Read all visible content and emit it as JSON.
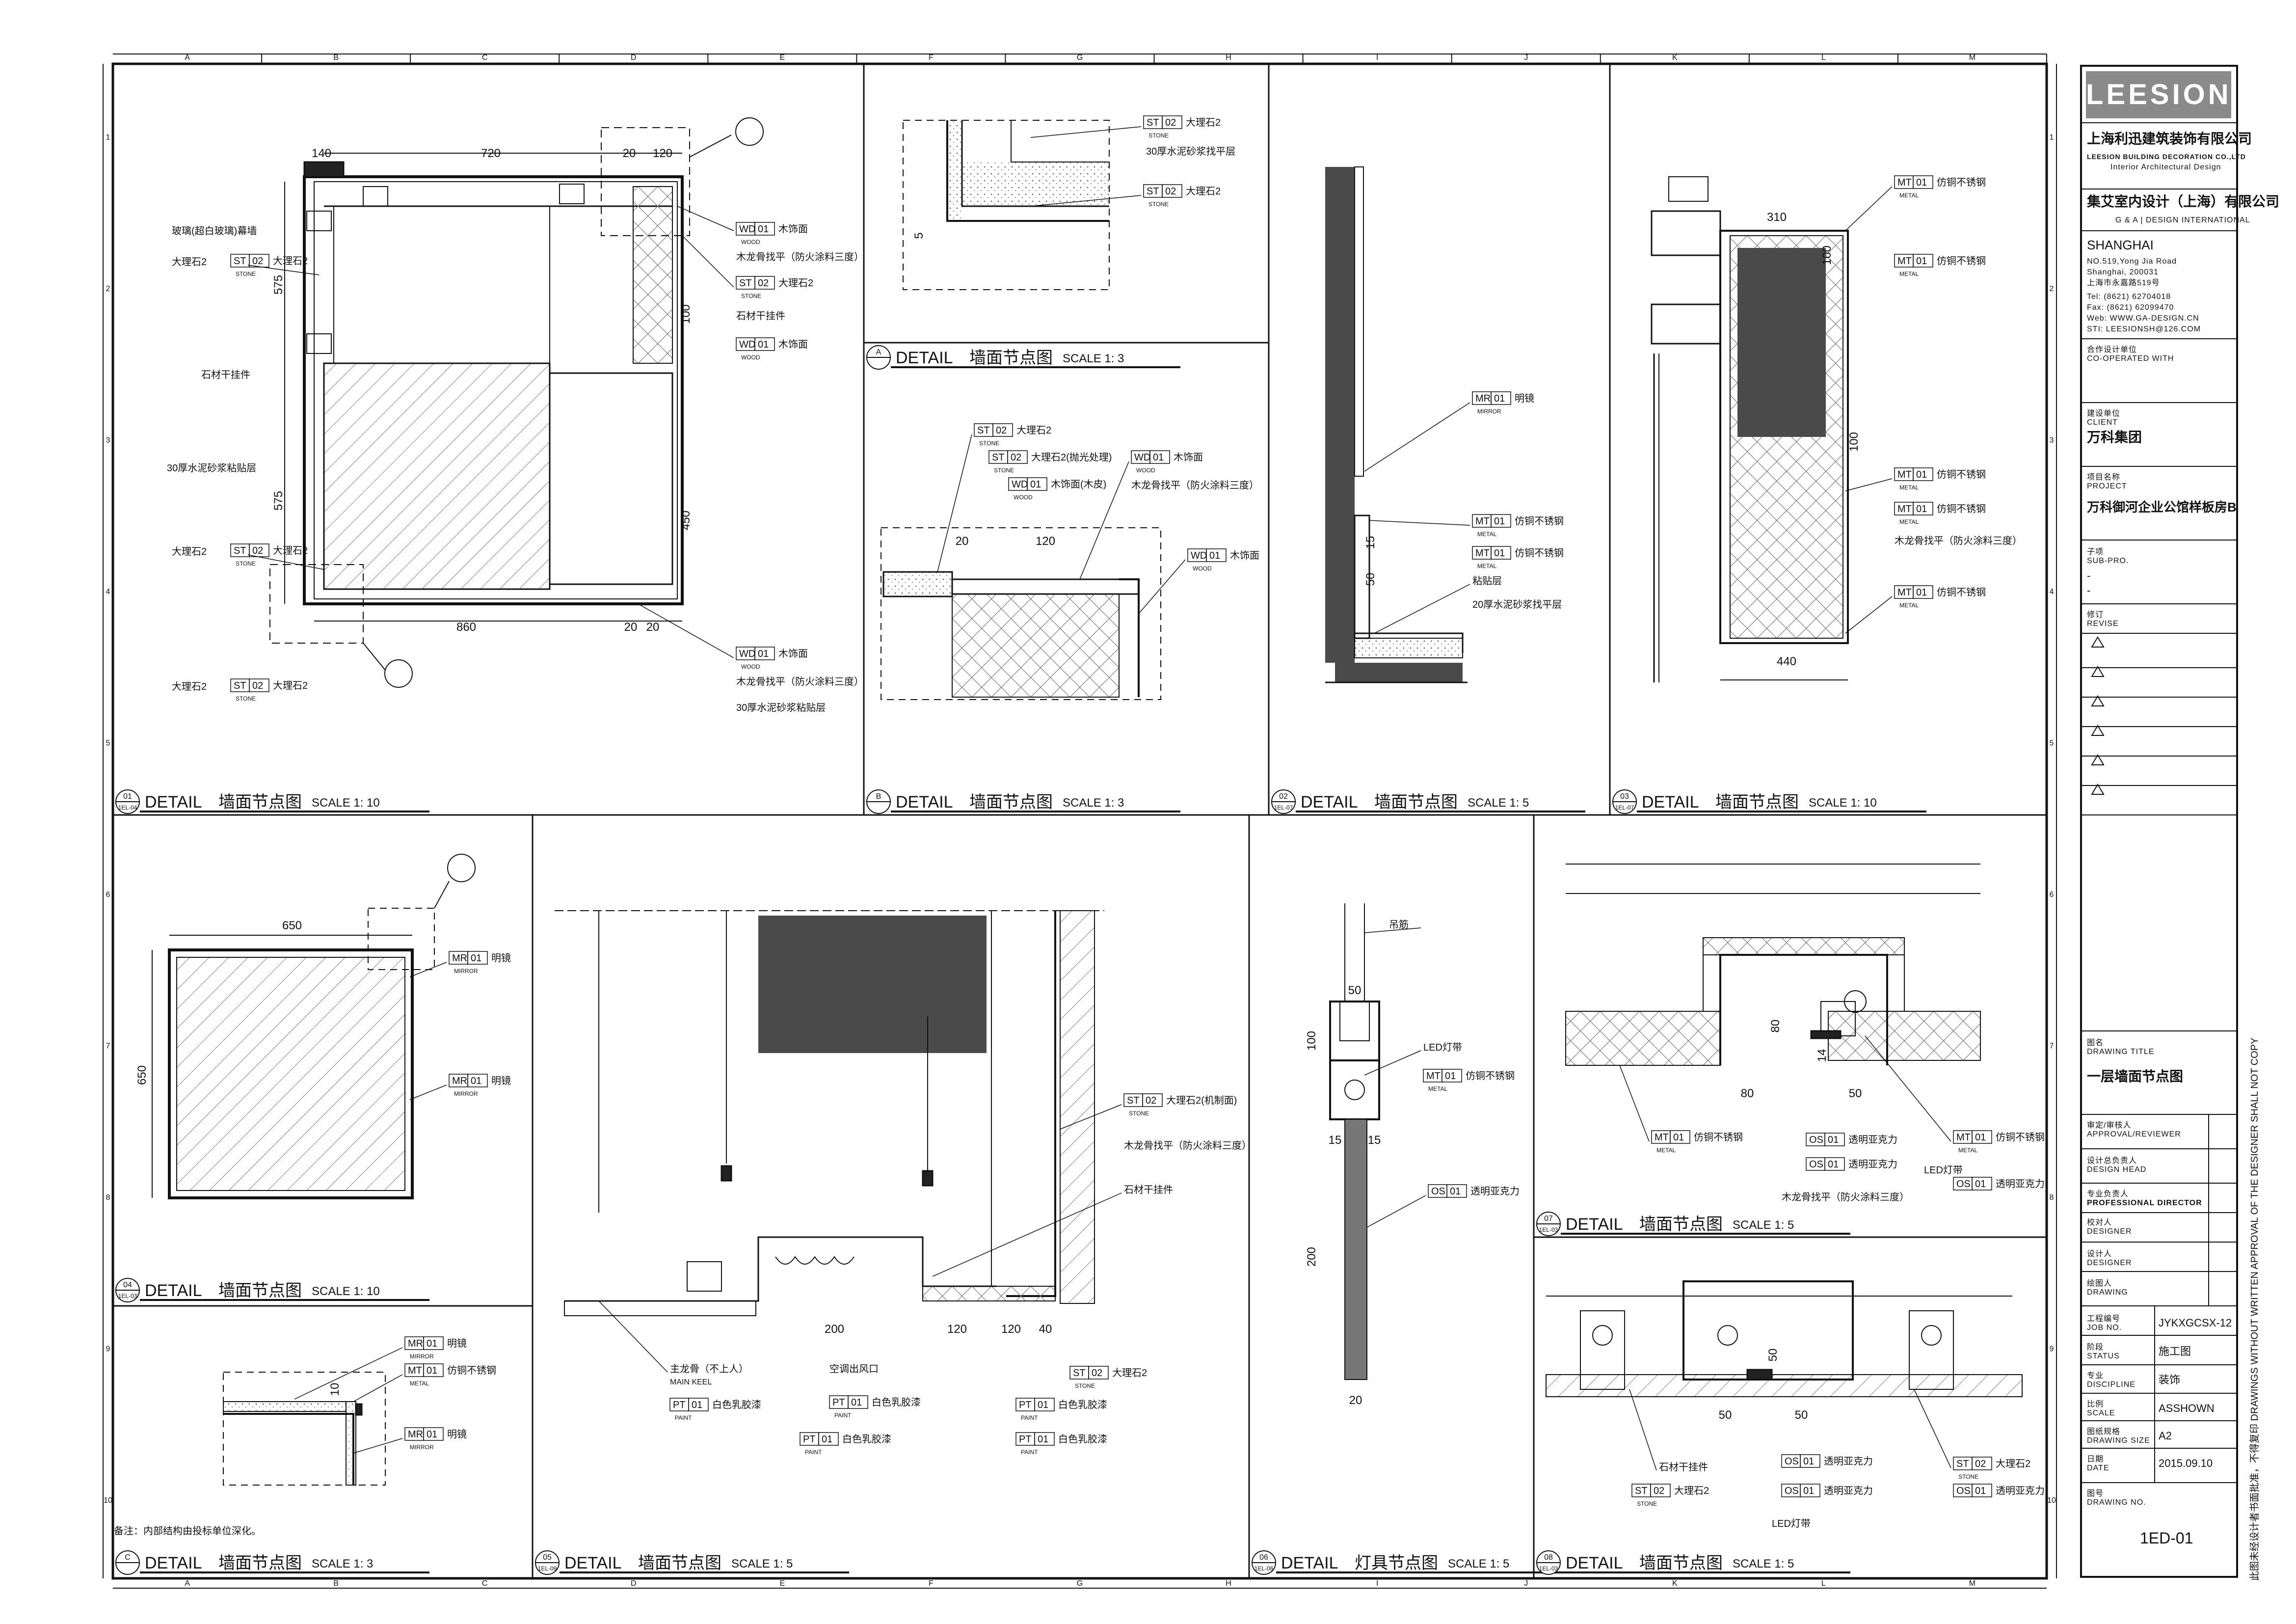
{
  "grid": {
    "columns": [
      "A",
      "B",
      "C",
      "D",
      "E",
      "F",
      "G",
      "H",
      "I",
      "J",
      "K",
      "L",
      "M"
    ],
    "rows": [
      "1",
      "2",
      "3",
      "4",
      "5",
      "6",
      "7",
      "8",
      "9",
      "10"
    ]
  },
  "title_block": {
    "logo": "LEESION",
    "company_cn": "上海利迅建筑装饰有限公司",
    "company_en": "LEESION BUILDING DECORATION CO.,LTD",
    "company_sub": "Interior Architectural Design",
    "design_cn": "集艾室内设计（上海）有限公司",
    "design_en": "G & A | DESIGN INTERNATIONAL",
    "city": "SHANGHAI",
    "address_lines": [
      "NO.519,Yong Jia Road",
      "Shanghai, 200031",
      "上海市永嘉路519号"
    ],
    "contacts": [
      "Tel:   (8621) 62704018",
      "Fax:   (8621) 62099470",
      "Web:  WWW.GA-DESIGN.CN",
      "STI:   LEESIONSH@126.COM"
    ],
    "cooperated_cn": "合作设计单位",
    "cooperated_en": "CO-OPERATED WITH",
    "client_cn": "建设单位",
    "client_en": "CLIENT",
    "client_value": "万科集团",
    "project_cn": "项目名称",
    "project_en": "PROJECT",
    "project_value": "万科御河企业公馆样板房B",
    "subpro_cn": "子项",
    "subpro_en": "SUB-PRO.",
    "subpro_values": [
      "-",
      "-"
    ],
    "revise_cn": "修订",
    "revise_en": "REVISE",
    "drawing_title_cn": "图名",
    "drawing_title_en": "DRAWING TITLE",
    "drawing_title_value": "一层墙面节点图",
    "approval_cn": "审定/审核人",
    "approval_en": "APPROVAL/REVIEWER",
    "design_head_cn": "设计总负责人",
    "design_head_en": "DESIGN HEAD",
    "pro_director_cn": "专业负责人",
    "pro_director_en": "PROFESSIONAL DIRECTOR",
    "designer1_cn": "校对人",
    "designer1_en": "DESIGNER",
    "designer2_cn": "设计人",
    "designer2_en": "DESIGNER",
    "drawing_cn": "绘图人",
    "drawing_en": "DRAWING",
    "job_cn": "工程编号",
    "job_en": "JOB NO.",
    "job_value": "JYKXGCSX-12",
    "status_cn": "阶段",
    "status_en": "STATUS",
    "status_value": "施工图",
    "discipline_cn": "专业",
    "discipline_en": "DISCIPLINE",
    "discipline_value": "装饰",
    "scale_cn": "比例",
    "scale_en": "SCALE",
    "scale_value": "ASSHOWN",
    "size_cn": "图纸规格",
    "size_en": "DRAWING SIZE",
    "size_value": "A2",
    "date_cn": "日期",
    "date_en": "DATE",
    "date_value": "2015.09.10",
    "number_cn": "图号",
    "number_en": "DRAWING NO.",
    "number_value": "1ED-01",
    "side_note": "此图未经设计者书面批准，不得复印   DRAWINGS WITHOUT WRITTEN APPROVAL OF THE DESIGNER SHALL NOT COPY"
  },
  "details": [
    {
      "id": "01",
      "ref": "1EL-04",
      "label": "DETAIL",
      "title": "墙面节点图",
      "scale": "SCALE 1: 10"
    },
    {
      "id": "A",
      "ref": "",
      "label": "DETAIL",
      "title": "墙面节点图",
      "scale": "SCALE 1: 3"
    },
    {
      "id": "B",
      "ref": "",
      "label": "DETAIL",
      "title": "墙面节点图",
      "scale": "SCALE 1: 3"
    },
    {
      "id": "02",
      "ref": "1EL-07",
      "label": "DETAIL",
      "title": "墙面节点图",
      "scale": "SCALE 1: 5"
    },
    {
      "id": "03",
      "ref": "1EL-07",
      "label": "DETAIL",
      "title": "墙面节点图",
      "scale": "SCALE 1: 10"
    },
    {
      "id": "04",
      "ref": "1EL-03",
      "label": "DETAIL",
      "title": "墙面节点图",
      "scale": "SCALE 1: 10"
    },
    {
      "id": "C",
      "ref": "",
      "label": "DETAIL",
      "title": "墙面节点图",
      "scale": "SCALE 1: 3"
    },
    {
      "id": "05",
      "ref": "1EL-09",
      "label": "DETAIL",
      "title": "墙面节点图",
      "scale": "SCALE 1: 5"
    },
    {
      "id": "06",
      "ref": "1EL-06",
      "label": "DETAIL",
      "title": "灯具节点图",
      "scale": "SCALE 1: 5"
    },
    {
      "id": "07",
      "ref": "1EL-03",
      "label": "DETAIL",
      "title": "墙面节点图",
      "scale": "SCALE 1: 5"
    },
    {
      "id": "08",
      "ref": "1EL-03",
      "label": "DETAIL",
      "title": "墙面节点图",
      "scale": "SCALE 1: 5"
    }
  ],
  "note": "备注：内部结构由投标单位深化。",
  "callouts": {
    "st02": {
      "code": "ST",
      "num": "02",
      "name": "大理石2",
      "sub": "STONE"
    },
    "st02b": {
      "code": "ST",
      "num": "02",
      "name": "大理石2(抛光处理)",
      "sub": "STONE"
    },
    "st02c": {
      "code": "ST",
      "num": "02",
      "name": "大理石2(机制面)",
      "sub": "STONE"
    },
    "wd01": {
      "code": "WD",
      "num": "01",
      "name": "木饰面",
      "sub": "WOOD"
    },
    "wd01b": {
      "code": "WD",
      "num": "01",
      "name": "木饰面(木皮)",
      "sub": "WOOD"
    },
    "mt01": {
      "code": "MT",
      "num": "01",
      "name": "仿铜不锈钢",
      "sub": "METAL"
    },
    "mr01": {
      "code": "MR",
      "num": "01",
      "name": "明镜",
      "sub": "MIRROR"
    },
    "pt01": {
      "code": "PT",
      "num": "01",
      "name": "白色乳胶漆",
      "sub": "PAINT"
    },
    "os01": {
      "code": "OS",
      "num": "01",
      "name": "透明亚克力",
      "sub": ""
    }
  },
  "texts": {
    "glass": "玻璃(超白玻璃)幕墙",
    "stone_hanger": "石材干挂件",
    "mortar30": "30厚水泥砂浆粘贴层",
    "mortar30b": "30厚水泥砂浆找平层",
    "keel": "木龙骨找平（防火涂料三度）",
    "adhesive": "粘贴层",
    "mortar20": "20厚水泥砂浆找平层",
    "hanger": "吊筋",
    "led": "LED灯带",
    "main_keel": "主龙骨（不上人）",
    "main_keel_en": "MAIN KEEL",
    "air": "空调出风口"
  },
  "dims": {
    "d01": [
      "140",
      "720",
      "20",
      "120",
      "575",
      "575",
      "100",
      "450",
      "860",
      "20",
      "20"
    ],
    "dA": [
      "5"
    ],
    "dB": [
      "20",
      "120"
    ],
    "d02": [
      "50",
      "15"
    ],
    "d03": [
      "310",
      "100",
      "100",
      "440"
    ],
    "d04": [
      "650",
      "650"
    ],
    "dC": [
      "10"
    ],
    "d05": [
      "200",
      "120",
      "120",
      "40"
    ],
    "d06": [
      "50",
      "100",
      "15",
      "15",
      "200",
      "20"
    ],
    "d07": [
      "80",
      "14",
      "80",
      "50"
    ],
    "d08": [
      "50",
      "50",
      "50"
    ]
  }
}
